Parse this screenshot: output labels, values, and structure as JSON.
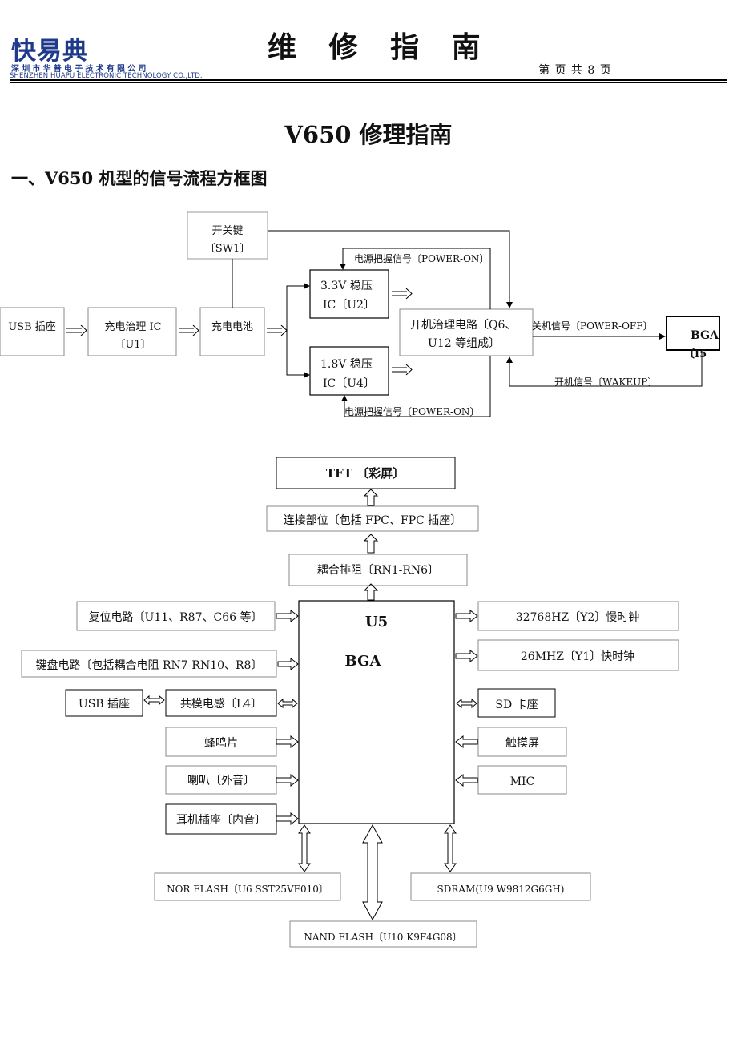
{
  "header": {
    "logo_text": "快易典",
    "company_cn": "深圳市华普电子技术有限公司",
    "company_en": "SHENZHEN HUAPU ELECTRONIC TECHNOLOGY CO.,LTD.",
    "title": "维 修 指 南",
    "page_info": "第  页 共 8 页"
  },
  "doc_title": "V650 修理指南",
  "section_heading": "一、V650 机型的信号流程方框图",
  "power_diagram": {
    "sw1_line1": "开关键",
    "sw1_line2": "〔SW1〕",
    "usb": "USB 插座",
    "charge_line1": "充电治理 IC",
    "charge_line2": "〔U1〕",
    "battery": "充电电池",
    "reg33_line1": "3.3V 稳压",
    "reg33_line2": "IC〔U2〕",
    "reg18_line1": "1.8V 稳压",
    "reg18_line2": "IC〔U4〕",
    "poweron_ctrl_line1": "开机治理电路〔Q6、",
    "poweron_ctrl_line2": "U12 等组成〕",
    "bga_line1": "BGA",
    "bga_line2": "〔I5",
    "sig_power_on_top": "电源把握信号〔POWER-ON〕",
    "sig_power_on_bottom": "电源把握信号〔POWER-ON〕",
    "sig_power_off": "关机信号〔POWER-OFF〕",
    "sig_wakeup": "开机信号〔WAKEUP〕"
  },
  "main_diagram": {
    "tft": "TFT 〔彩屏〕",
    "connector": "连接部位〔包括 FPC、FPC 插座〕",
    "coupling": "耦合排阻〔RN1-RN6〕",
    "cpu_label1": "U5",
    "cpu_label2": "BGA",
    "reset": "复位电路〔U11、R87、C66 等〕",
    "keypad": "键盘电路〔包括耦合电阻 RN7-RN10、R8〕",
    "usb": "USB 插座",
    "cm_inductor": "共模电感〔L4〕",
    "buzzer": "蜂鸣片",
    "speaker": "喇叭〔外音〕",
    "earphone": "耳机插座〔内音〕",
    "clk32": "32768HZ〔Y2〕慢时钟",
    "clk26": "26MHZ〔Y1〕快时钟",
    "sd": "SD 卡座",
    "touch": "触摸屏",
    "mic": "MIC",
    "nor": "NOR FLASH〔U6    SST25VF010〕",
    "sdram": "SDRAM(U9    W9812G6GH)",
    "nand": "NAND FLASH〔U10 K9F4G08〕"
  }
}
